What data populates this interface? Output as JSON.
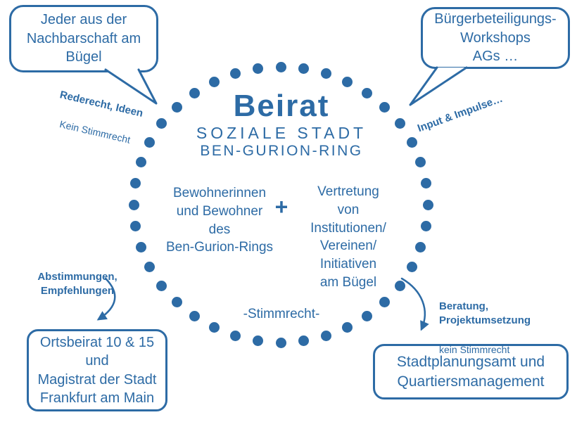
{
  "colors": {
    "primary": "#2d6ba5"
  },
  "center": {
    "title": "Beirat",
    "subtitle1": "SOZIALE STADT",
    "subtitle2": "BEN-GURION-RING",
    "left_group": "Bewohnerinnen\nund Bewohner\ndes\nBen-Gurion-Rings",
    "plus": "+",
    "right_group": "Vertretung\nvon\nInstitutionen/\nVereinen/\nInitiativen\nam Bügel",
    "bottom_note": "-Stimmrecht-"
  },
  "bubbles": {
    "top_left": {
      "text": "Jeder aus der\nNachbarschaft am\nBügel"
    },
    "top_right": {
      "text": "Bürgerbeteiligungs-\nWorkshops\nAGs …"
    },
    "bottom_left": {
      "text": "Ortsbeirat 10 & 15\nund\nMagistrat der Stadt\nFrankfurt am Main"
    },
    "bottom_right": {
      "text": "Stadtplanungsamt und\nQuartiersmanagement"
    }
  },
  "annotations": {
    "top_left": {
      "bold": "Rederecht, Ideen",
      "regular": "Kein Stimmrecht"
    },
    "top_right": {
      "bold": "Input & Impulse…"
    },
    "left": {
      "bold": "Abstimmungen,\nEmpfehlungen"
    },
    "right": {
      "bold": "Beratung,\nProjektumsetzung",
      "regular": "kein Stimmrecht"
    }
  }
}
